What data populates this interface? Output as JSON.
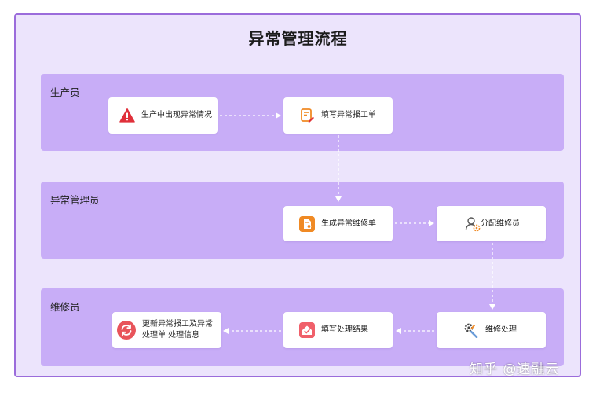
{
  "title": "异常管理流程",
  "lanes": [
    {
      "label": "生产员"
    },
    {
      "label": "异常管理员"
    },
    {
      "label": "维修员"
    }
  ],
  "nodes": {
    "production_exception": {
      "label": "生产中出现异常情况",
      "icon": "warning-triangle-icon"
    },
    "fill_report": {
      "label": "填写异常报工单",
      "icon": "edit-document-icon"
    },
    "generate_order": {
      "label": "生成异常维修单",
      "icon": "document-icon"
    },
    "assign_repairer": {
      "label": "分配维修员",
      "icon": "user-gear-icon"
    },
    "repair": {
      "label": "维修处理",
      "icon": "tools-icon"
    },
    "fill_result": {
      "label": "填写处理结果",
      "icon": "home-check-icon"
    },
    "update_report": {
      "label": "更新异常报工及异常处理单 处理信息",
      "icon": "refresh-icon"
    }
  },
  "edges": [
    [
      "production_exception",
      "fill_report"
    ],
    [
      "fill_report",
      "generate_order"
    ],
    [
      "generate_order",
      "assign_repairer"
    ],
    [
      "assign_repairer",
      "repair"
    ],
    [
      "repair",
      "fill_result"
    ],
    [
      "fill_result",
      "update_report"
    ]
  ],
  "colors": {
    "frame_bg": "#ece4fc",
    "frame_border": "#9b6cdb",
    "lane_bg": "#c8adf7",
    "node_bg": "#ffffff",
    "warning": "#e0303a",
    "icon_orange": "#f08a24",
    "icon_pink": "#f0606a",
    "arrow": "#ffffff"
  },
  "watermark": "知乎 @速融云"
}
